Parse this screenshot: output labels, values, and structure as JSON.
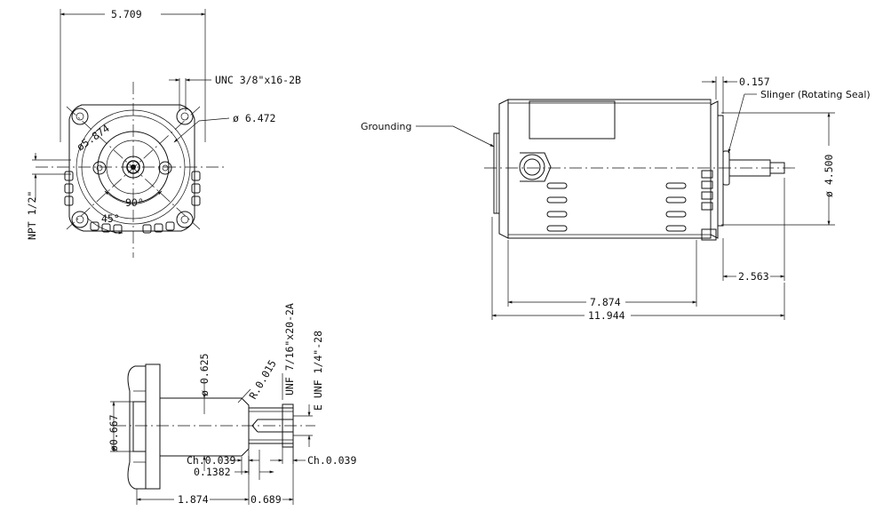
{
  "drawing": {
    "front_view": {
      "width_dim": "5.709",
      "thread_callout": "UNC 3/8\"x16-2B",
      "bolt_circle_dim": "ø 6.472",
      "pilot_dim": "ø5.874",
      "conduit_callout": "NPT 1/2\"",
      "angle_90": "90°",
      "angle_45": "45°"
    },
    "side_view": {
      "grounding_label": "Grounding",
      "slinger_label": "Slinger (Rotating Seal)",
      "flange_thickness_dim": "0.157",
      "body_diameter_dim": "ø 4.500",
      "shaft_extension_dim": "2.563",
      "body_length_dim": "7.874",
      "overall_length_dim": "11.944"
    },
    "shaft_detail": {
      "shaft_diameter_dim": "ø 0.625",
      "hub_diameter_dim": "ø0.667",
      "radius_dim": "R.0.015",
      "thread_outer": "UNF 7/16\"x20-2A",
      "thread_inner": "E UNF 1/4\"-28",
      "chamfer_left": "Ch.0.039",
      "chamfer_right": "Ch.0.039",
      "step_dim": "0.1382",
      "shaft_length_dim": "1.874",
      "end_length_dim": "0.689"
    }
  }
}
